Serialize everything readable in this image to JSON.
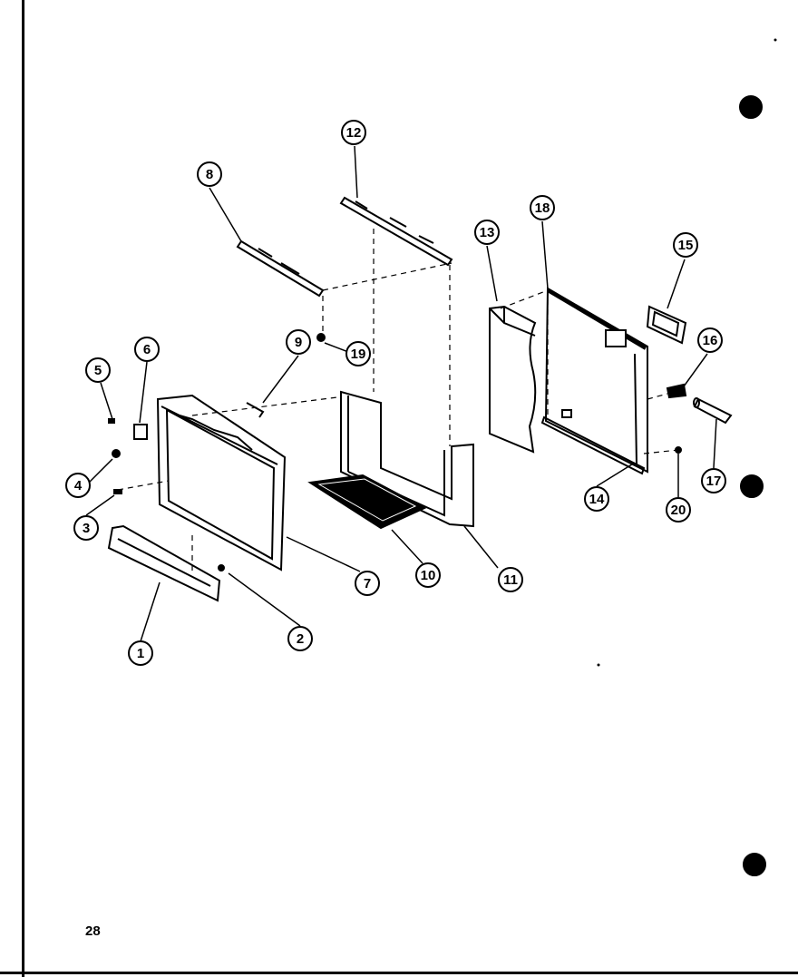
{
  "page": {
    "number": "28"
  },
  "callouts": [
    {
      "num": "1"
    },
    {
      "num": "2"
    },
    {
      "num": "3"
    },
    {
      "num": "4"
    },
    {
      "num": "5"
    },
    {
      "num": "6"
    },
    {
      "num": "7"
    },
    {
      "num": "8"
    },
    {
      "num": "9"
    },
    {
      "num": "10"
    },
    {
      "num": "11"
    },
    {
      "num": "12"
    },
    {
      "num": "13"
    },
    {
      "num": "14"
    },
    {
      "num": "15"
    },
    {
      "num": "16"
    },
    {
      "num": "17"
    },
    {
      "num": "18"
    },
    {
      "num": "19"
    },
    {
      "num": "20"
    }
  ],
  "colors": {
    "ink": "#000000",
    "paper": "#ffffff"
  }
}
